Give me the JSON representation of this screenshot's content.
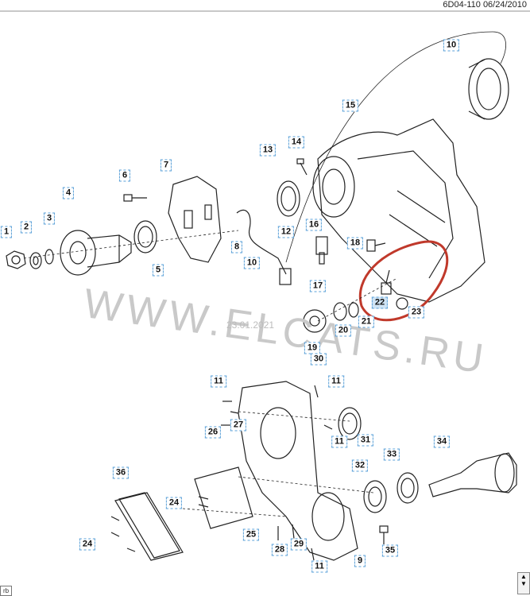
{
  "header": {
    "ref": "6D04-110  06/24/2010"
  },
  "corner_tag": "rb",
  "watermark": {
    "text": "WWW.ELCATS.RU",
    "date": "23.01.2021"
  },
  "highlight_color": "#c0392b",
  "callouts": [
    {
      "id": "c1",
      "label": "1"
    },
    {
      "id": "c2",
      "label": "2"
    },
    {
      "id": "c3",
      "label": "3"
    },
    {
      "id": "c4",
      "label": "4"
    },
    {
      "id": "c5",
      "label": "5"
    },
    {
      "id": "c6",
      "label": "6"
    },
    {
      "id": "c7",
      "label": "7"
    },
    {
      "id": "c8",
      "label": "8"
    },
    {
      "id": "c10a",
      "label": "10"
    },
    {
      "id": "c10b",
      "label": "10"
    },
    {
      "id": "c11a",
      "label": "11"
    },
    {
      "id": "c11b",
      "label": "11"
    },
    {
      "id": "c11c",
      "label": "11"
    },
    {
      "id": "c11d",
      "label": "11"
    },
    {
      "id": "c12",
      "label": "12"
    },
    {
      "id": "c13",
      "label": "13"
    },
    {
      "id": "c14",
      "label": "14"
    },
    {
      "id": "c15",
      "label": "15"
    },
    {
      "id": "c16",
      "label": "16"
    },
    {
      "id": "c17",
      "label": "17"
    },
    {
      "id": "c18",
      "label": "18"
    },
    {
      "id": "c19",
      "label": "19"
    },
    {
      "id": "c20",
      "label": "20"
    },
    {
      "id": "c21",
      "label": "21"
    },
    {
      "id": "c22",
      "label": "22",
      "highlighted": true
    },
    {
      "id": "c23",
      "label": "23"
    },
    {
      "id": "c24a",
      "label": "24"
    },
    {
      "id": "c24b",
      "label": "24"
    },
    {
      "id": "c25",
      "label": "25"
    },
    {
      "id": "c26",
      "label": "26"
    },
    {
      "id": "c27",
      "label": "27"
    },
    {
      "id": "c28",
      "label": "28"
    },
    {
      "id": "c29",
      "label": "29"
    },
    {
      "id": "c30",
      "label": "30"
    },
    {
      "id": "c31",
      "label": "31"
    },
    {
      "id": "c32",
      "label": "32"
    },
    {
      "id": "c33",
      "label": "33"
    },
    {
      "id": "c34",
      "label": "34"
    },
    {
      "id": "c35",
      "label": "35"
    },
    {
      "id": "c36",
      "label": "36"
    },
    {
      "id": "c9",
      "label": "9"
    }
  ]
}
